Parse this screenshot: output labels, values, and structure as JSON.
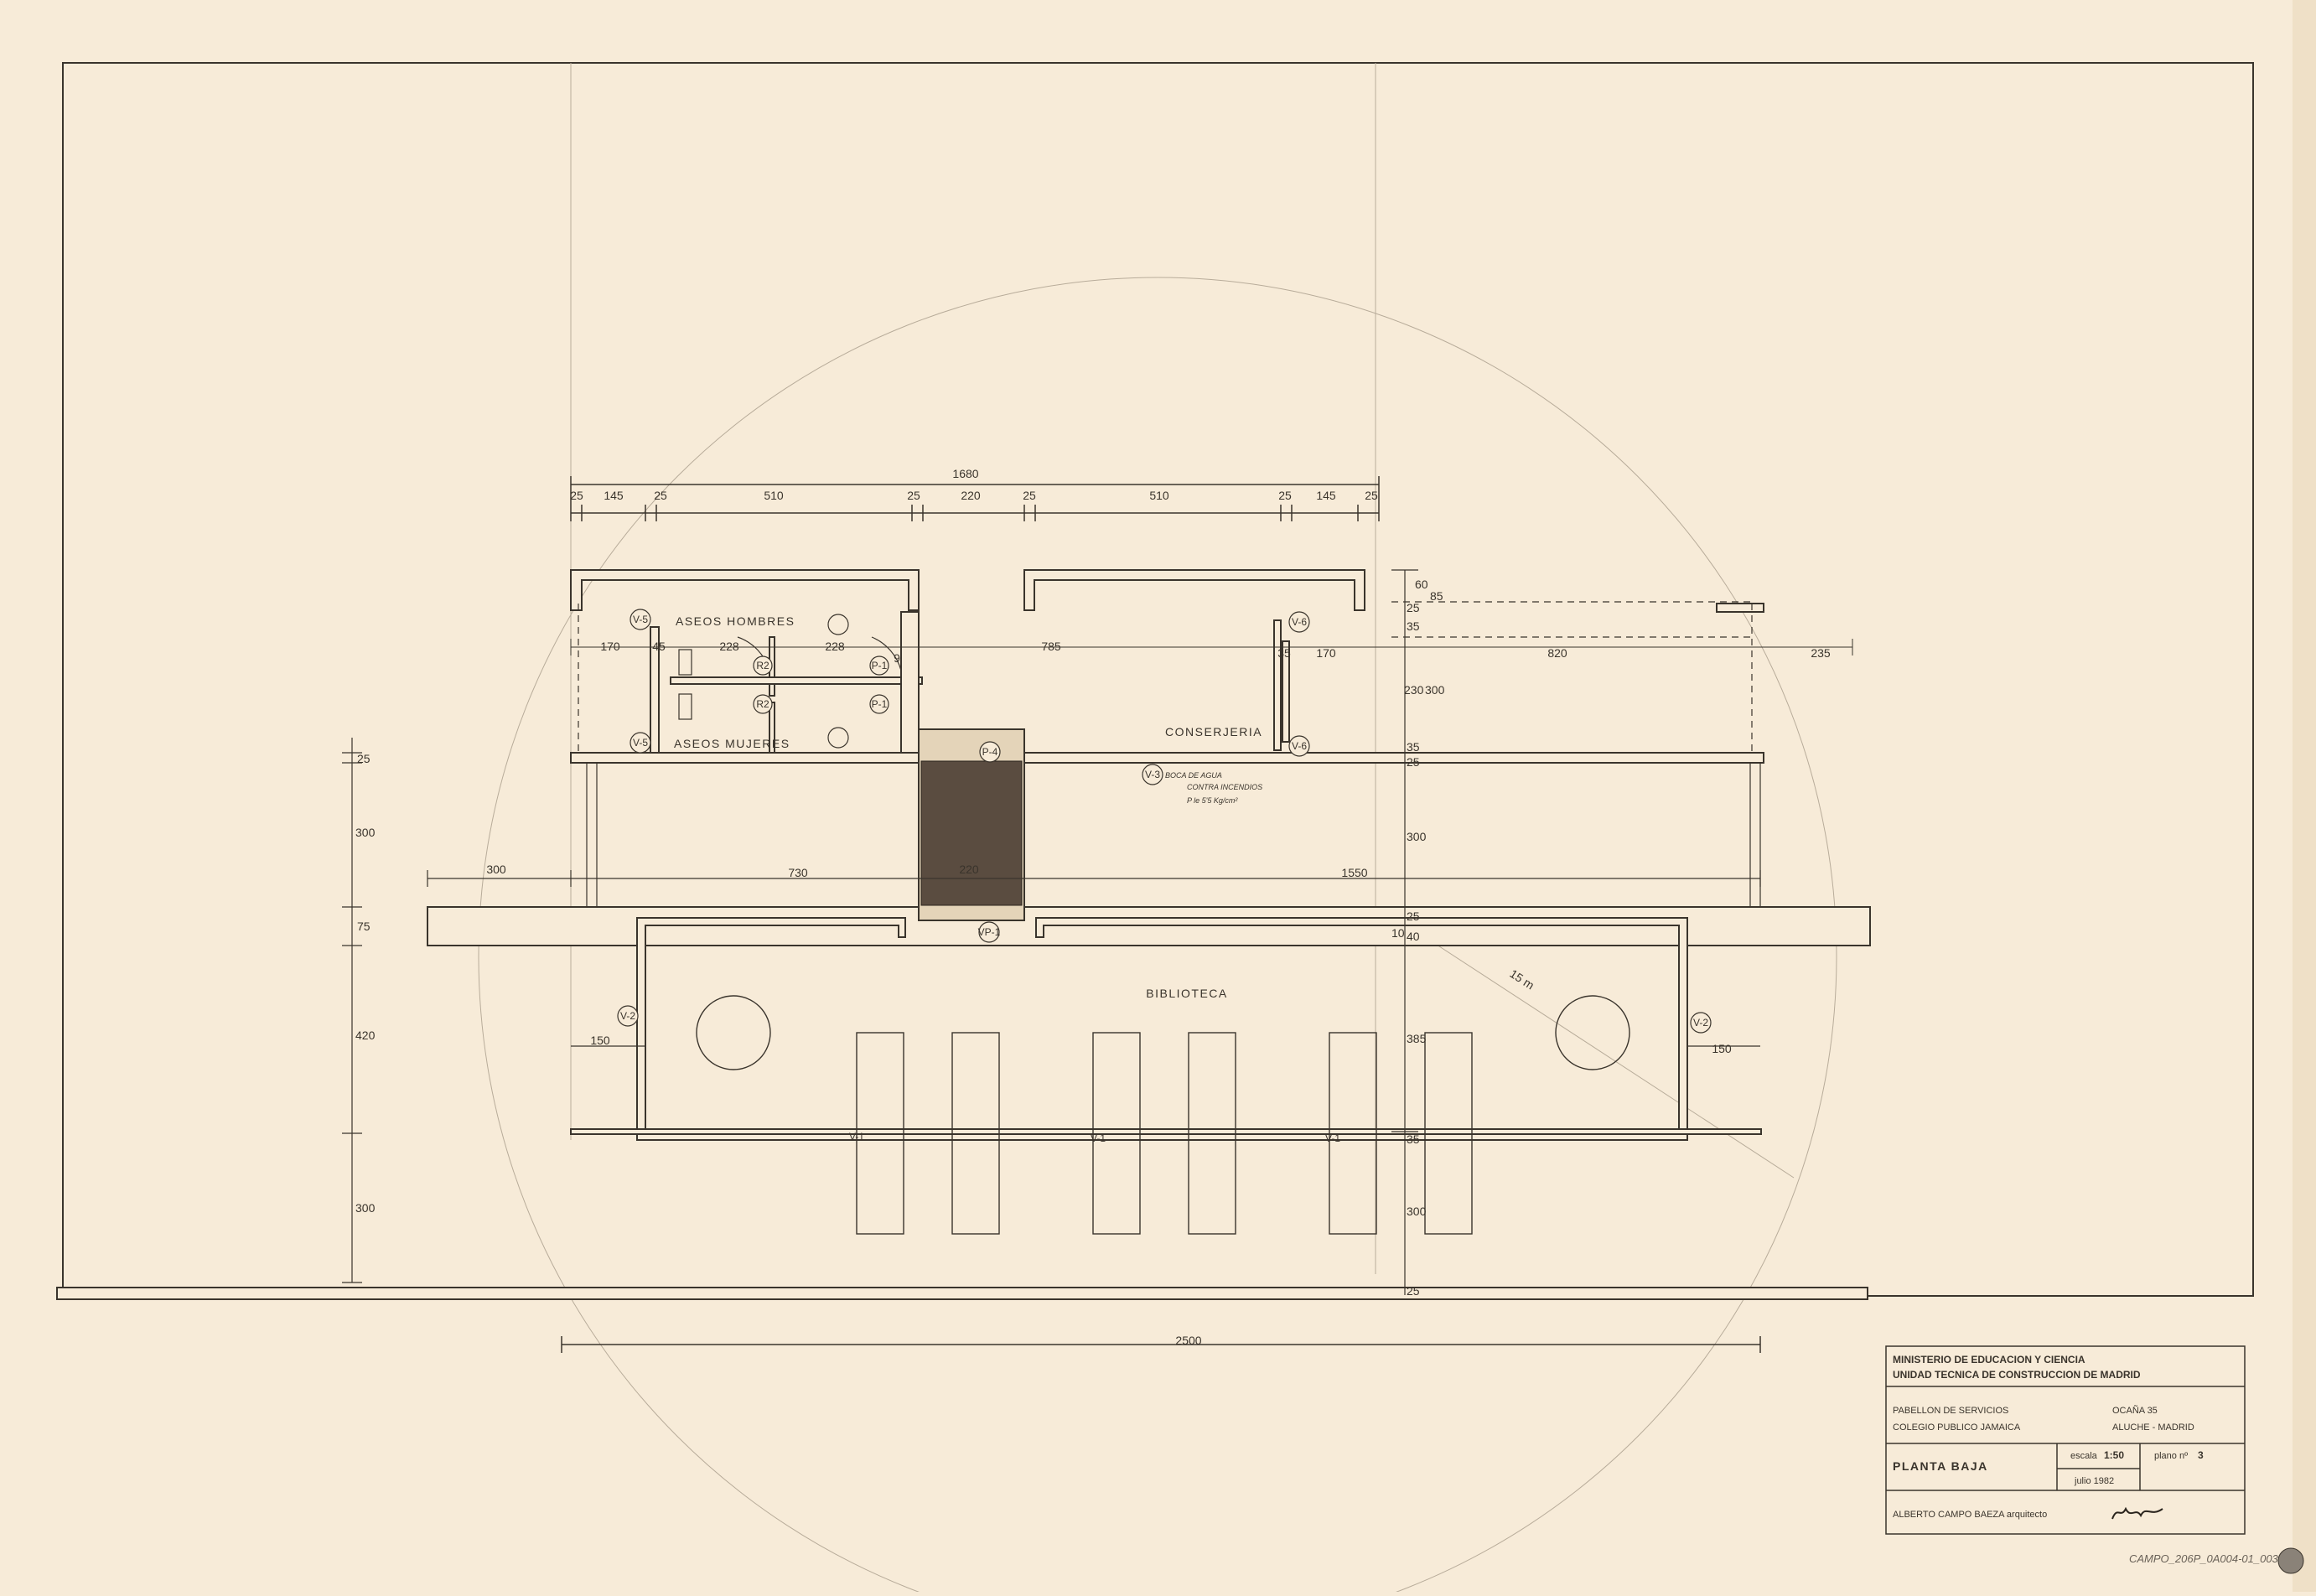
{
  "colors": {
    "paper": "#f7ebd8",
    "ink": "#3a342c",
    "light": "#b8ac9a"
  },
  "dims_top": {
    "total": "1680",
    "d1": "25",
    "d2": "145",
    "d3": "25",
    "d4": "510",
    "d5": "25",
    "d6": "220",
    "d7": "25",
    "d8": "510",
    "d9": "25",
    "d10": "145",
    "d11": "25"
  },
  "dims_interior": {
    "a": "170",
    "b": "45",
    "c": "228",
    "d": "228",
    "e": "9",
    "f": "785",
    "g": "35",
    "h": "170",
    "i": "820",
    "j": "235"
  },
  "dims_right": {
    "a": "60",
    "b": "85",
    "c": "25",
    "d": "35",
    "e": "230",
    "f": "300",
    "g": "35",
    "h": "25",
    "i": "300",
    "j": "25",
    "k": "10",
    "l": "40",
    "m": "385",
    "n": "35",
    "o": "300",
    "p": "25"
  },
  "dims_left": {
    "a": "25",
    "b": "300",
    "c": "75",
    "d": "420",
    "e": "300"
  },
  "dims_mid": {
    "a": "300",
    "b": "730",
    "c": "220",
    "d": "1550",
    "e": "150",
    "f": "150",
    "radius": "15 m"
  },
  "dims_bottom": {
    "total": "2500"
  },
  "rooms": {
    "men": "ASEOS HOMBRES",
    "women": "ASEOS MUJERES",
    "concierge": "CONSERJERIA",
    "library": "BIBLIOTECA"
  },
  "tags": {
    "v5a": "V-5",
    "v5b": "V-5",
    "v6a": "V-6",
    "v6b": "V-6",
    "v3": "V-3",
    "p4": "P-4",
    "vp1": "VP-1",
    "v2a": "V-2",
    "v2b": "V-2",
    "r2a": "R2",
    "r2b": "R2",
    "p1a": "P-1",
    "p1b": "P-1",
    "v1a": "V-1",
    "v1b": "V-1",
    "v1c": "V-1"
  },
  "note": {
    "line1": "BOCA DE AGUA",
    "line2": "CONTRA INCENDIOS",
    "line3": "P le 5'5 Kg/cm²"
  },
  "title_block": {
    "ministry": "MINISTERIO DE EDUCACION Y CIENCIA",
    "unit": "UNIDAD TECNICA DE CONSTRUCCION DE MADRID",
    "project1": "PABELLON DE SERVICIOS",
    "project2": "COLEGIO PUBLICO JAMAICA",
    "address1": "OCAÑA 35",
    "address2": "ALUCHE - MADRID",
    "sheet_title": "PLANTA BAJA",
    "scale_label": "escala",
    "scale": "1:50",
    "plan_label": "plano nº",
    "plan_no": "3",
    "date": "julio 1982",
    "architect": "ALBERTO CAMPO BAEZA arquitecto"
  },
  "archive_code": "CAMPO_206P_0A004-01_003"
}
